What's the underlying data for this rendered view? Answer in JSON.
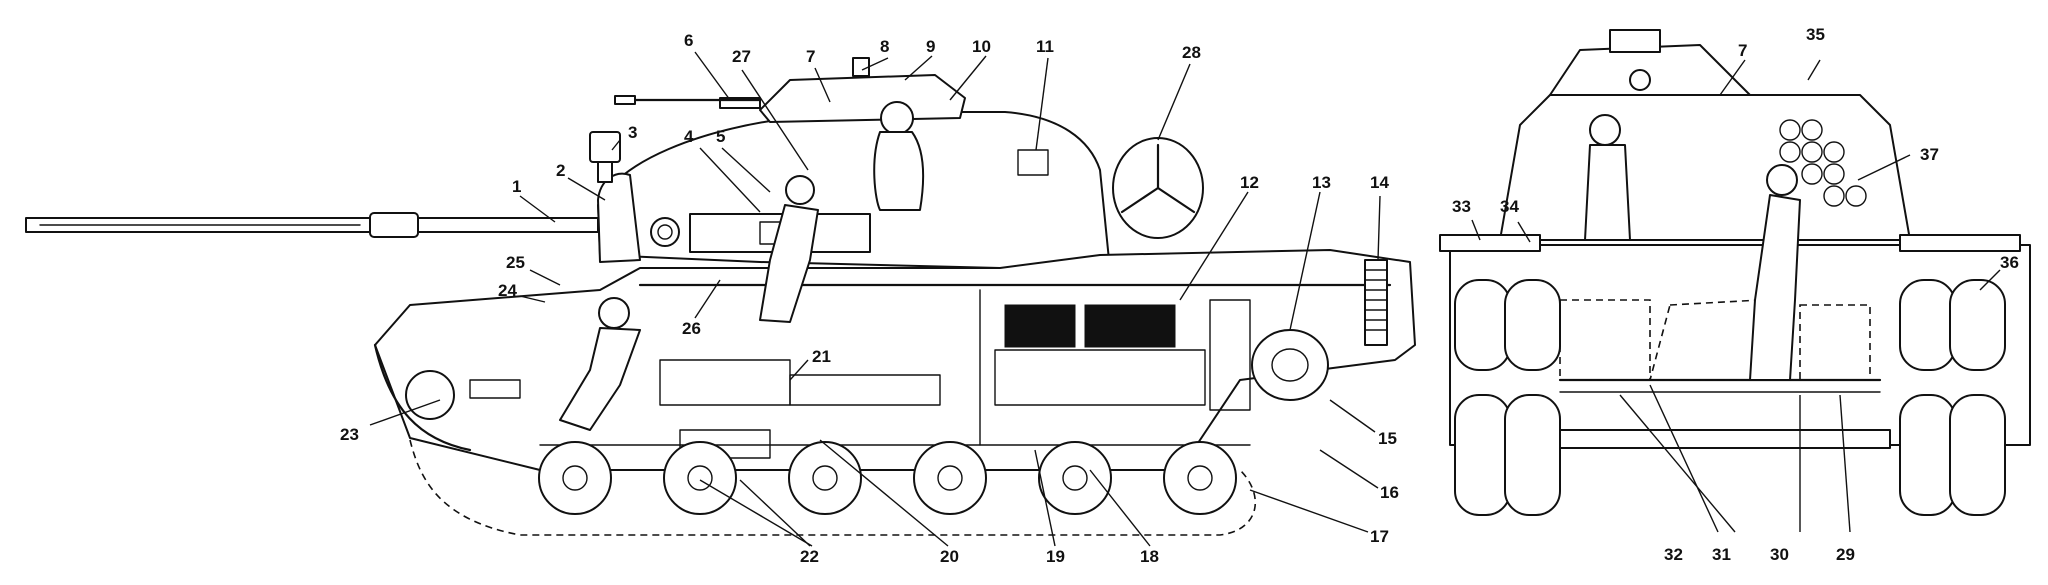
{
  "callouts": [
    "1",
    "2",
    "3",
    "4",
    "5",
    "6",
    "27",
    "7",
    "8",
    "9",
    "10",
    "11",
    "28",
    "12",
    "13",
    "14",
    "25",
    "24",
    "26",
    "21",
    "23",
    "15",
    "16",
    "17",
    "22",
    "20",
    "19",
    "18",
    "7",
    "35",
    "37",
    "33",
    "34",
    "36",
    "32",
    "31",
    "30",
    "29"
  ]
}
